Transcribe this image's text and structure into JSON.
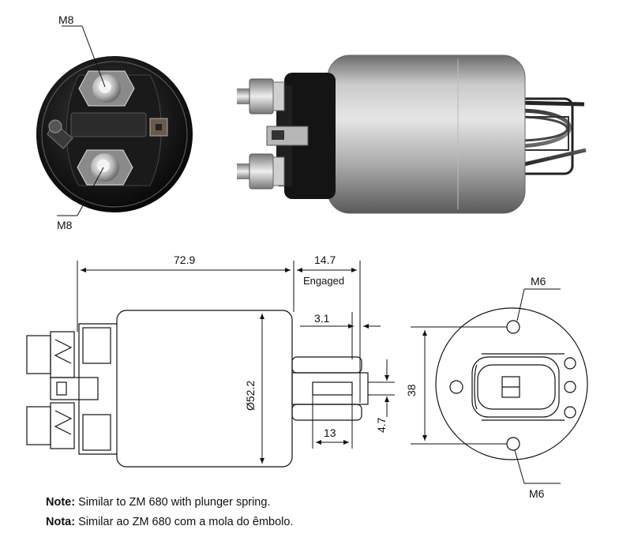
{
  "photo_labels": {
    "top_terminal": "M8",
    "bottom_terminal": "M8"
  },
  "dimensions": {
    "body_length": "72.9",
    "plunger_travel": "14.7",
    "engaged": "Engaged",
    "plunger_offset": "3.1",
    "diameter": "Ø52.2",
    "plunger_length": "13",
    "slot_width": "4.7",
    "mount_spacing": "38",
    "mount_top": "M6",
    "mount_bottom": "M6"
  },
  "notes": {
    "en_label": "Note:",
    "en_text": " Similar to ZM 680 with plunger spring.",
    "pt_label": "Nota:",
    "pt_text": " Similar ao ZM 680 com a mola do êmbolo."
  }
}
